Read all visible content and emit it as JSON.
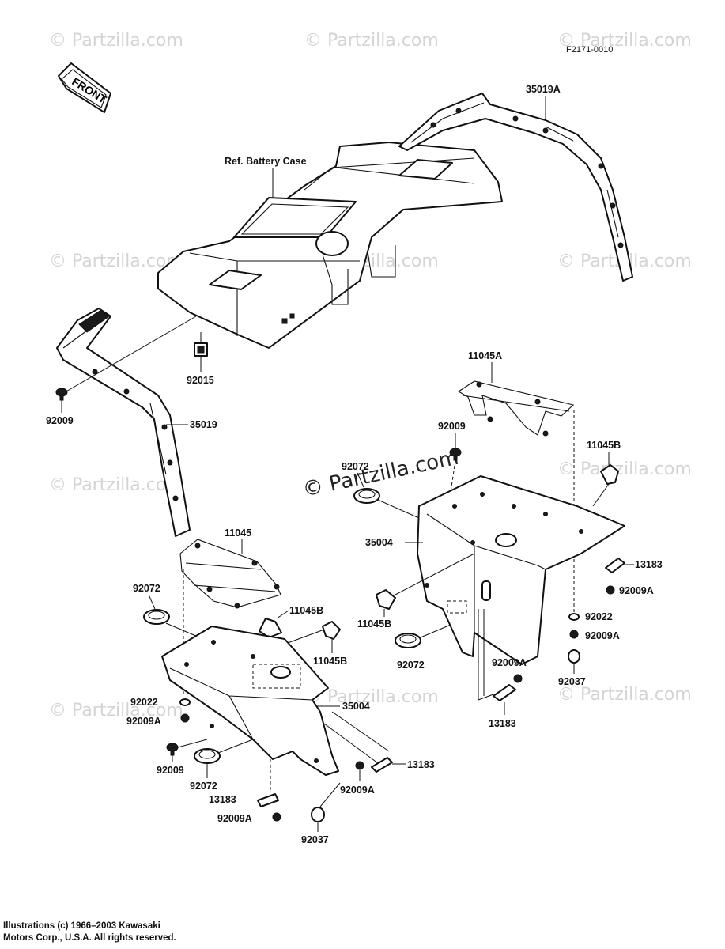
{
  "figure_code": "F2171-0010",
  "front_label": "FRONT",
  "watermark": "© Partzilla.com",
  "watermark_center": "© Partzilla.com",
  "reference_label": "Ref. Battery Case",
  "parts": {
    "p35019A": "35019A",
    "p35019": "35019",
    "p92015": "92015",
    "p92009_left": "92009",
    "p11045A": "11045A",
    "p11045B_right": "11045B",
    "p92009_right": "92009",
    "p92072_upper": "92072",
    "p35004_right": "35004",
    "p13183_right_upper": "13183",
    "p92009A_right_1": "92009A",
    "p92022_right": "92022",
    "p92009A_right_2": "92009A",
    "p11045B_mid": "11045B",
    "p92072_mid": "92072",
    "p92009A_mid": "92009A",
    "p92037_right": "92037",
    "p13183_mid": "13183",
    "p11045": "11045",
    "p92072_left": "92072",
    "p11045B_left_top": "11045B",
    "p11045B_left_2": "11045B",
    "p92022_left": "92022",
    "p92009A_left": "92009A",
    "p35004_left": "35004",
    "p92009_left_low": "92009",
    "p92072_left_low": "92072",
    "p13183_left_low": "13183",
    "p92009A_left_low": "92009A",
    "p13183_left_right": "13183",
    "p92009A_left_right": "92009A",
    "p92037_left": "92037"
  },
  "copyright": {
    "line1": "Illustrations (c) 1966–2003 Kawasaki",
    "line2": "Motors Corp., U.S.A.  All rights reserved."
  }
}
